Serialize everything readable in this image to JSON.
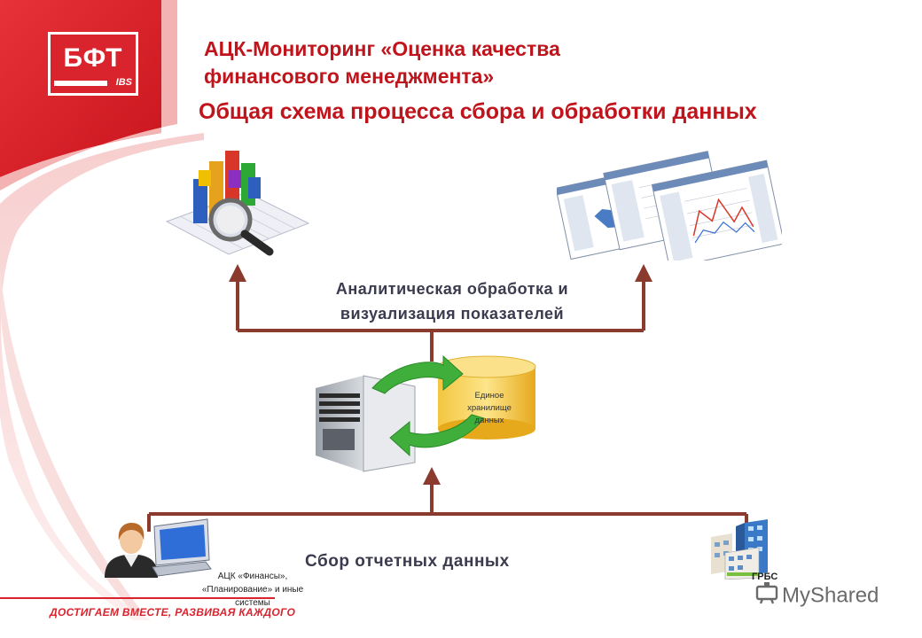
{
  "header": {
    "logo_text": "БФТ",
    "logo_sub": "IBS",
    "title": "АЦК-Мониторинг «Оценка качества финансового менеджмента»",
    "subtitle": "Общая схема процесса сбора и обработки данных"
  },
  "diagram": {
    "analytics_label_line1": "Аналитическая обработка и",
    "analytics_label_line2": "визуализация показателей",
    "storage_label_line1": "Единое",
    "storage_label_line2": "хранилище",
    "storage_label_line3": "данных",
    "collection_label": "Сбор отчетных данных",
    "systems_label_line1": "АЦК «Финансы»,",
    "systems_label_line2": "«Планирование» и иные",
    "systems_label_line3": "системы",
    "grbs_label": "ГРБС",
    "arrow_color": "#8b3a2e"
  },
  "footer": {
    "slogan": "ДОСТИГАЕМ ВМЕСТЕ, РАЗВИВАЯ КАЖДОГО",
    "watermark": "MyShared"
  },
  "colors": {
    "brand_red": "#d9232d",
    "title_red": "#c0141c"
  }
}
